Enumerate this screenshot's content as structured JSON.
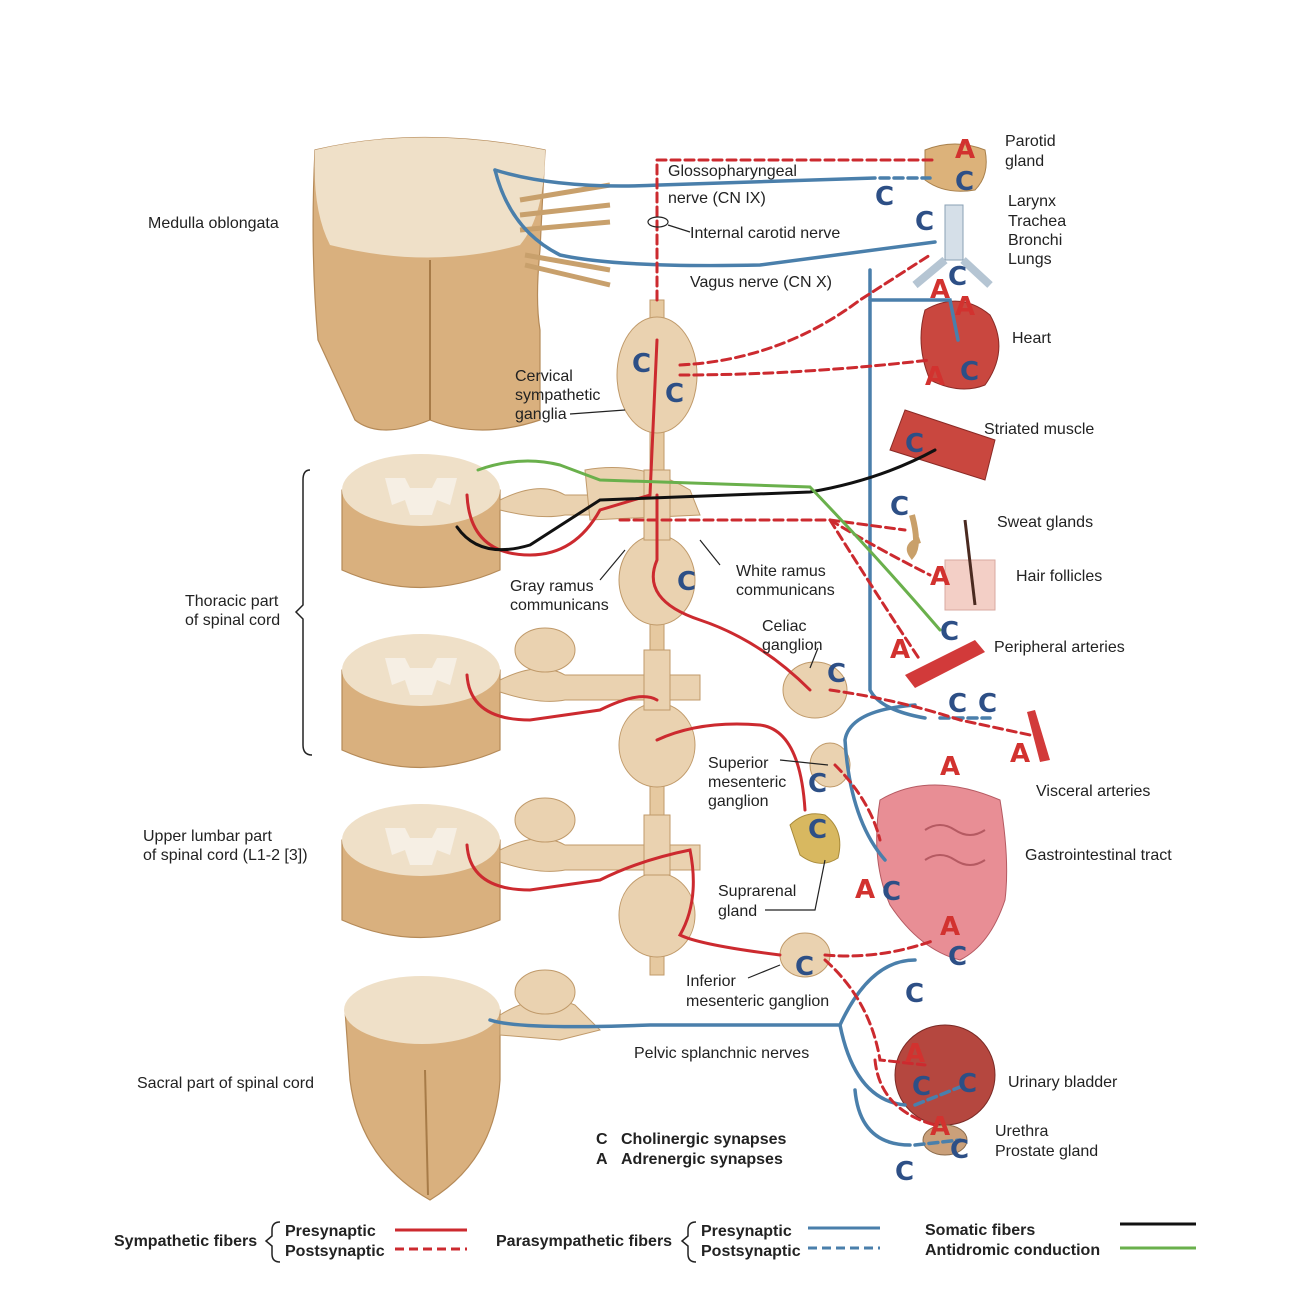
{
  "labels": {
    "medulla": "Medulla oblongata",
    "thoracic_1": "Thoracic part",
    "thoracic_2": "of spinal cord",
    "lumbar_1": "Upper lumbar part",
    "lumbar_2": "of spinal cord (L1-2 [3])",
    "sacral": "Sacral part of spinal cord",
    "glosso_1": "Glossopharyngeal",
    "glosso_2": "nerve (CN IX)",
    "internal_carotid": "Internal carotid nerve",
    "vagus": "Vagus nerve (CN X)",
    "cervical_1": "Cervical",
    "cervical_2": "sympathetic",
    "cervical_3": "ganglia",
    "gray_1": "Gray ramus",
    "gray_2": "communicans",
    "white_1": "White ramus",
    "white_2": "communicans",
    "celiac_1": "Celiac",
    "celiac_2": "ganglion",
    "sup_mes_1": "Superior",
    "sup_mes_2": "mesenteric",
    "sup_mes_3": "ganglion",
    "suprarenal_1": "Suprarenal",
    "suprarenal_2": "gland",
    "inf_mes_1": "Inferior",
    "inf_mes_2": "mesenteric ganglion",
    "pelvic": "Pelvic splanchnic nerves",
    "parotid_1": "Parotid",
    "parotid_2": "gland",
    "larynx": "Larynx",
    "trachea": "Trachea",
    "bronchi": "Bronchi",
    "lungs": "Lungs",
    "heart": "Heart",
    "striated": "Striated muscle",
    "sweat": "Sweat glands",
    "hair": "Hair follicles",
    "peripheral": "Peripheral arteries",
    "visceral": "Visceral arteries",
    "gi": "Gastrointestinal tract",
    "bladder": "Urinary bladder",
    "urethra": "Urethra",
    "prostate": "Prostate gland"
  },
  "key": {
    "c_letter": "C",
    "c_text": "Cholinergic synapses",
    "a_letter": "A",
    "a_text": "Adrenergic synapses"
  },
  "legend": {
    "sympathetic": "Sympathetic fibers",
    "parasympathetic": "Parasympathetic fibers",
    "presynaptic": "Presynaptic",
    "postsynaptic": "Postsynaptic",
    "somatic": "Somatic fibers",
    "antidromic": "Antidromic conduction"
  },
  "synapse_letters": {
    "C": "C",
    "A": "A"
  },
  "colors": {
    "sympathetic": "#cc2a2f",
    "parasympathetic": "#4a7fab",
    "somatic": "#111111",
    "antidromic": "#6ab04c",
    "cholinergic_letter": "#2d4f86",
    "adrenergic_letter": "#d2322f",
    "tissue": "#d9b07e"
  }
}
